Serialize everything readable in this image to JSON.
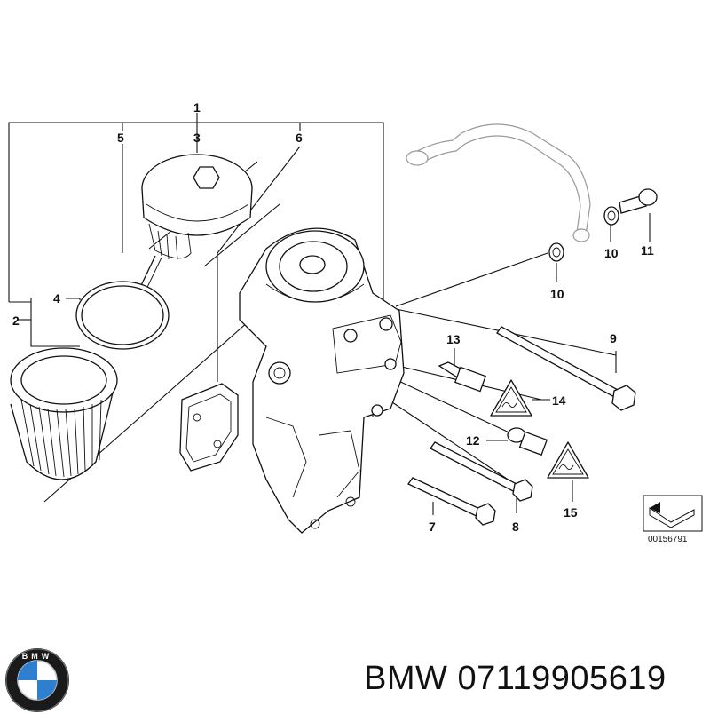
{
  "diagram": {
    "callouts": {
      "c1": "1",
      "c2": "2",
      "c3": "3",
      "c4": "4",
      "c5": "5",
      "c6": "6",
      "c7": "7",
      "c8": "8",
      "c9": "9",
      "c10a": "10",
      "c10b": "10",
      "c11": "11",
      "c12": "12",
      "c13": "13",
      "c14": "14",
      "c15": "15"
    },
    "doc_number": "00156791"
  },
  "footer": {
    "brand": "BMW",
    "part_number": "07119905619",
    "logo_letters": "BMW"
  },
  "colors": {
    "logo_blue": "#2f7fd0",
    "logo_ring": "#1a1a1a",
    "line": "#111111"
  }
}
